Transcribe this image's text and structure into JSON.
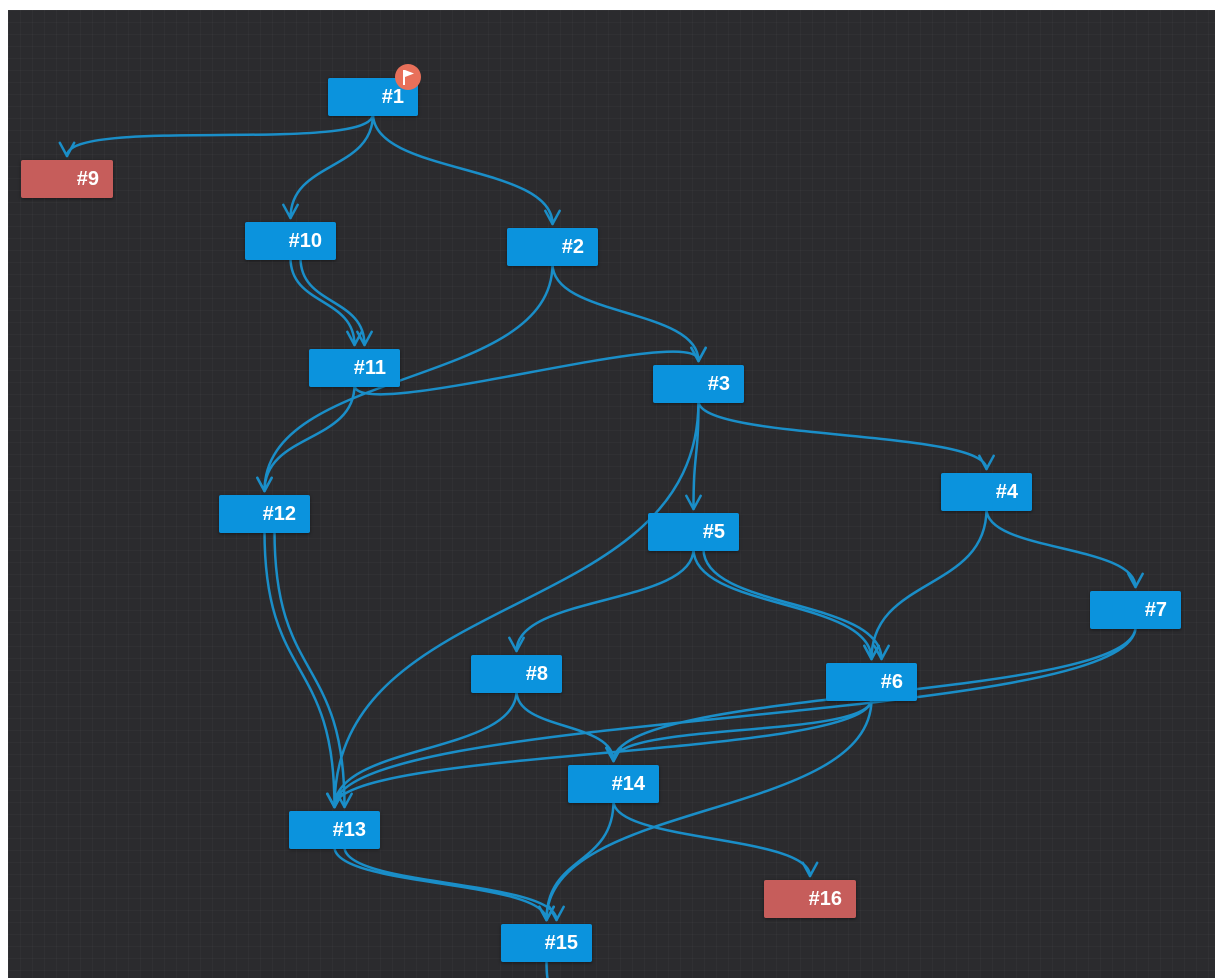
{
  "colors": {
    "node_default": "#0b93dd",
    "node_terminal": "#c65d5b",
    "edge": "#1a8ec8",
    "background": "#2b2b2e",
    "start_flag": "#e8705a"
  },
  "nodes": {
    "n1": {
      "label": "#1",
      "kind": "start"
    },
    "n2": {
      "label": "#2",
      "kind": "normal"
    },
    "n3": {
      "label": "#3",
      "kind": "normal"
    },
    "n4": {
      "label": "#4",
      "kind": "normal"
    },
    "n5": {
      "label": "#5",
      "kind": "normal"
    },
    "n6": {
      "label": "#6",
      "kind": "normal"
    },
    "n7": {
      "label": "#7",
      "kind": "normal"
    },
    "n8": {
      "label": "#8",
      "kind": "normal"
    },
    "n9": {
      "label": "#9",
      "kind": "terminal"
    },
    "n10": {
      "label": "#10",
      "kind": "normal"
    },
    "n11": {
      "label": "#11",
      "kind": "normal"
    },
    "n12": {
      "label": "#12",
      "kind": "normal"
    },
    "n13": {
      "label": "#13",
      "kind": "normal"
    },
    "n14": {
      "label": "#14",
      "kind": "normal"
    },
    "n15": {
      "label": "#15",
      "kind": "normal"
    },
    "n16": {
      "label": "#16",
      "kind": "terminal"
    }
  },
  "edges": [
    [
      "n1",
      "n9"
    ],
    [
      "n1",
      "n10"
    ],
    [
      "n1",
      "n2"
    ],
    [
      "n10",
      "n11"
    ],
    [
      "n10",
      "n11"
    ],
    [
      "n2",
      "n12"
    ],
    [
      "n2",
      "n3"
    ],
    [
      "n11",
      "n12"
    ],
    [
      "n11",
      "n3"
    ],
    [
      "n3",
      "n5"
    ],
    [
      "n3",
      "n4"
    ],
    [
      "n3",
      "n13"
    ],
    [
      "n12",
      "n13"
    ],
    [
      "n12",
      "n13"
    ],
    [
      "n4",
      "n6"
    ],
    [
      "n4",
      "n7"
    ],
    [
      "n5",
      "n8"
    ],
    [
      "n5",
      "n6"
    ],
    [
      "n5",
      "n6"
    ],
    [
      "n7",
      "n13"
    ],
    [
      "n7",
      "n14"
    ],
    [
      "n8",
      "n14"
    ],
    [
      "n8",
      "n13"
    ],
    [
      "n6",
      "n13"
    ],
    [
      "n6",
      "n14"
    ],
    [
      "n6",
      "n15"
    ],
    [
      "n14",
      "n15"
    ],
    [
      "n14",
      "n16"
    ],
    [
      "n13",
      "n15"
    ],
    [
      "n13",
      "n15"
    ],
    [
      "n15",
      "offscreen"
    ]
  ]
}
